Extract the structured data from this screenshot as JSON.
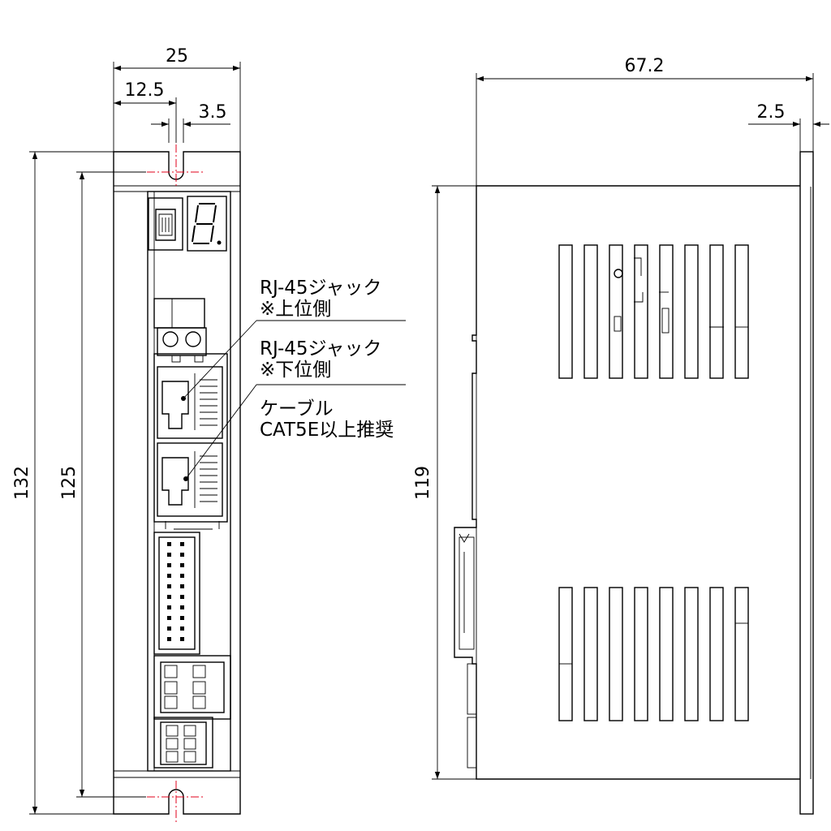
{
  "dimensions": {
    "front_width": "25",
    "front_half_width": "12.5",
    "mount_hole_offset": "3.5",
    "front_height_total": "132",
    "mount_pitch": "125",
    "side_depth": "67.2",
    "flange_thickness": "2.5",
    "side_height": "119"
  },
  "callouts": {
    "rj45_upper_line1": "RJ-45ジャック",
    "rj45_upper_line2": "※上位側",
    "rj45_lower_line1": "RJ-45ジャック",
    "rj45_lower_line2": "※下位側",
    "cable_line1": "ケーブル",
    "cable_line2": "CAT5E以上推奨"
  },
  "colors": {
    "line": "#000000",
    "centerline": "#e0001b",
    "background": "#ffffff"
  }
}
